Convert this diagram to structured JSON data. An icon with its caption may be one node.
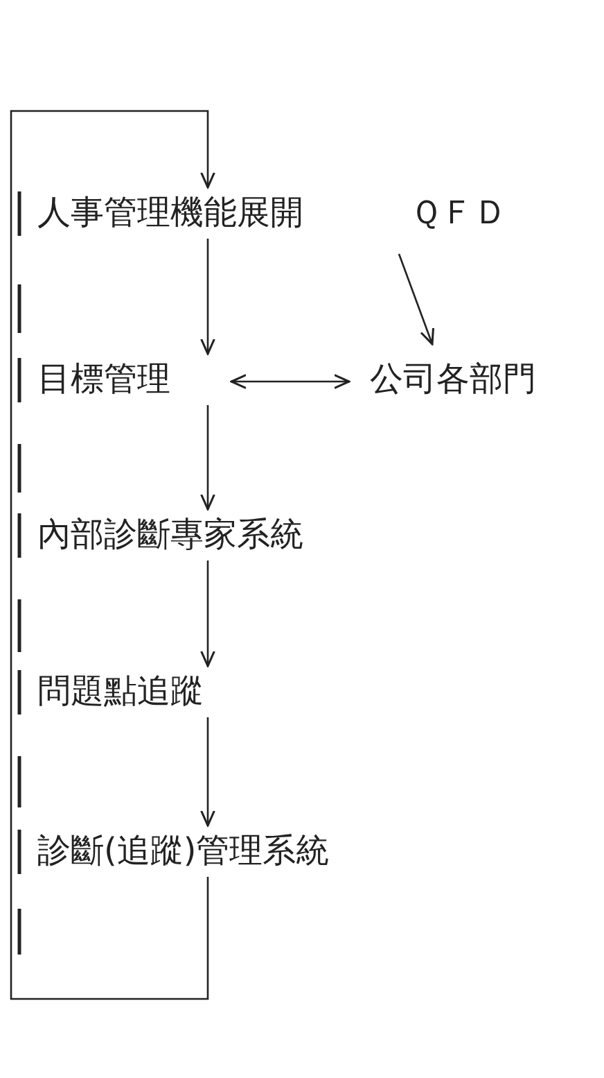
{
  "diagram": {
    "nodes": [
      {
        "text": [
          "人事管理機能展開"
        ]
      },
      {
        "text": [
          "ＱＦＤ"
        ]
      },
      {
        "text": [
          "目標管理"
        ]
      },
      {
        "text": [
          "公司各部門"
        ]
      },
      {
        "text": [
          "內部診斷專家系統"
        ]
      },
      {
        "text": [
          "問題點追蹤"
        ]
      },
      {
        "text": [
          "診斷(追蹤)管理系統"
        ]
      }
    ],
    "edges": [
      {
        "from": 0,
        "to": 2,
        "arrow": "to"
      },
      {
        "from": 1,
        "to": 3,
        "arrow": "to"
      },
      {
        "from": 2,
        "to": 3,
        "arrow": "both"
      },
      {
        "from": 2,
        "to": 4,
        "arrow": "to"
      },
      {
        "from": 4,
        "to": 5,
        "arrow": "to"
      },
      {
        "from": 5,
        "to": 6,
        "arrow": "to"
      },
      {
        "from": 6,
        "to": 0,
        "arrow": "to"
      }
    ]
  }
}
